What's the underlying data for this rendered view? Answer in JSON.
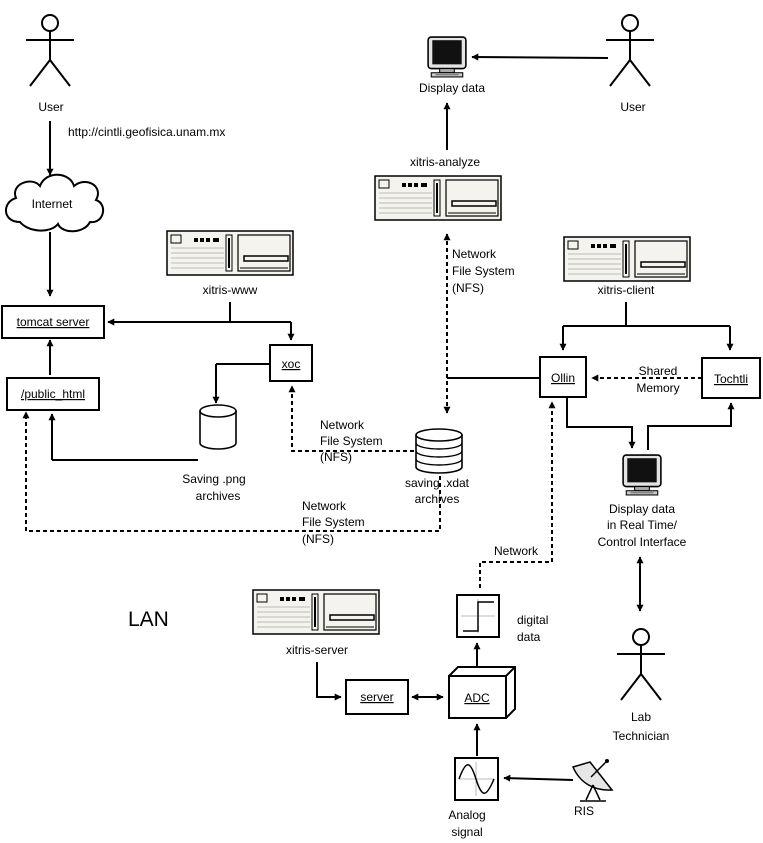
{
  "actors": {
    "user_left": "User",
    "user_right": "User",
    "lab_technician": [
      "Lab",
      "Technician"
    ]
  },
  "url": "http://cintli.geofisica.unam.mx",
  "internet": "Internet",
  "boxes": {
    "tomcat": "tomcat server",
    "public_html": "/public_html",
    "xoc": "xoc",
    "ollin": "Ollin",
    "tochtli": "Tochtli",
    "server": "server",
    "adc": "ADC"
  },
  "servers": {
    "www": "xitris-www",
    "analyze": "xitris-analyze",
    "client": "xitris-client",
    "server": "xitris-server"
  },
  "labels": {
    "display_data_top": "Display data",
    "nfs_top": [
      "Network",
      "File System",
      "(NFS)"
    ],
    "nfs_mid": [
      "Network",
      "File System",
      "(NFS)"
    ],
    "nfs_bottom": [
      "Network",
      "File System",
      "(NFS)"
    ],
    "shared_memory": [
      "Shared",
      "Memory"
    ],
    "saving_png": [
      "Saving .png",
      "archives"
    ],
    "saving_xdat": [
      "saving .xdat",
      "archives"
    ],
    "display_realtime": [
      "Display data",
      "in Real Time/",
      "Control Interface"
    ],
    "network": "Network",
    "digital_data": [
      "digital",
      "data"
    ],
    "lan": "LAN",
    "analog_signal": [
      "Analog",
      "signal"
    ],
    "ris": "RIS"
  }
}
